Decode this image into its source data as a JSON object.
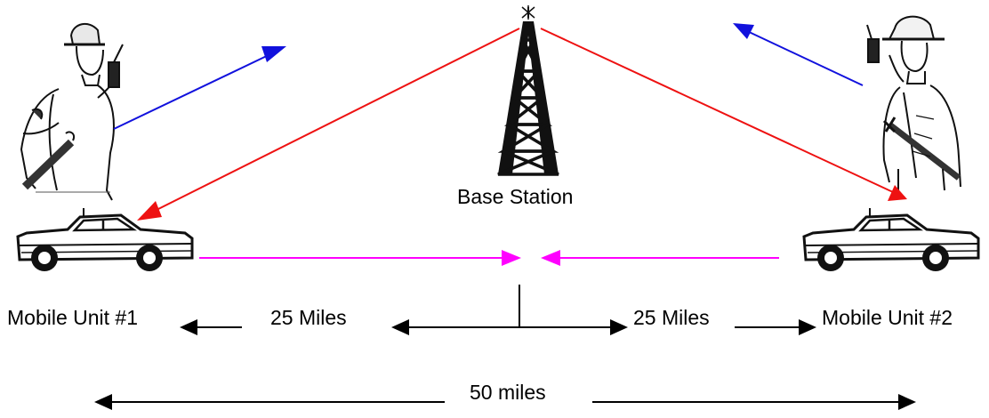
{
  "labels": {
    "base_station": "Base Station",
    "mobile_unit_1": "Mobile Unit #1",
    "mobile_unit_2": "Mobile Unit #2",
    "distance_left": "25 Miles",
    "distance_right": "25 Miles",
    "distance_total": "50 miles"
  },
  "colors": {
    "relay_link": "#ee1111",
    "handheld_link": "#1111dd",
    "direct_link": "#ff00ff",
    "ink": "#000000"
  },
  "icons": [
    "person-with-radio-icon",
    "firefighter-with-radio-icon",
    "radio-tower-icon",
    "car-icon"
  ]
}
